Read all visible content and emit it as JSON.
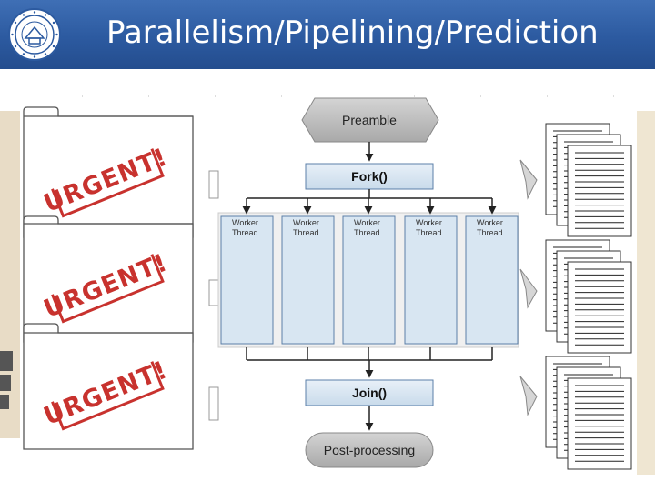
{
  "slide": {
    "title": "Parallelism/Pipelining/Prediction"
  },
  "folders": {
    "stamps": [
      "URGENT!",
      "URGENT!",
      "URGENT!"
    ]
  },
  "flowchart": {
    "preamble": "Preamble",
    "fork": "Fork()",
    "workers": [
      {
        "line1": "Worker",
        "line2": "Thread"
      },
      {
        "line1": "Worker",
        "line2": "Thread"
      },
      {
        "line1": "Worker",
        "line2": "Thread"
      },
      {
        "line1": "Worker",
        "line2": "Thread"
      },
      {
        "line1": "Worker",
        "line2": "Thread"
      }
    ],
    "join": "Join()",
    "post": "Post-processing"
  },
  "colors": {
    "header": "#2c5aa0",
    "stamp": "#c8322e",
    "box_fill": "#d8e6f2",
    "box_stroke": "#5b7fa8",
    "gray_box": "#bdbdbd"
  }
}
